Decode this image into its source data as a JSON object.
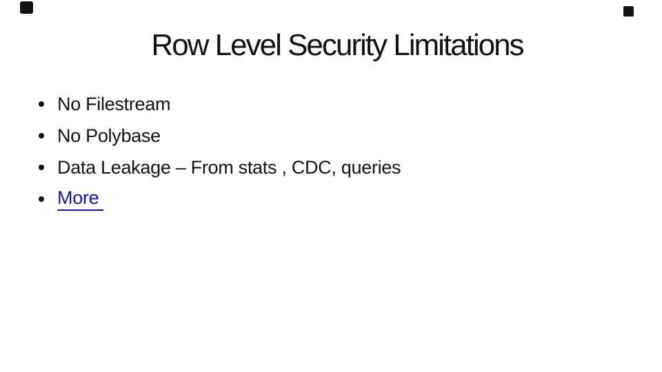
{
  "slide": {
    "title": "Row Level Security Limitations",
    "bullets": [
      {
        "label": "No Filestream",
        "kind": "text"
      },
      {
        "label": "No Polybase",
        "kind": "text"
      },
      {
        "label": "Data Leakage – From stats , CDC, queries",
        "kind": "text"
      },
      {
        "label": "More",
        "kind": "link"
      }
    ],
    "colors": {
      "background": "#ffffff",
      "text": "#121212",
      "link": "#1414bd"
    },
    "decorations": [
      {
        "name": "corner-mark-top-left",
        "color": "#131313"
      },
      {
        "name": "corner-mark-top-right",
        "color": "#131313"
      }
    ]
  }
}
